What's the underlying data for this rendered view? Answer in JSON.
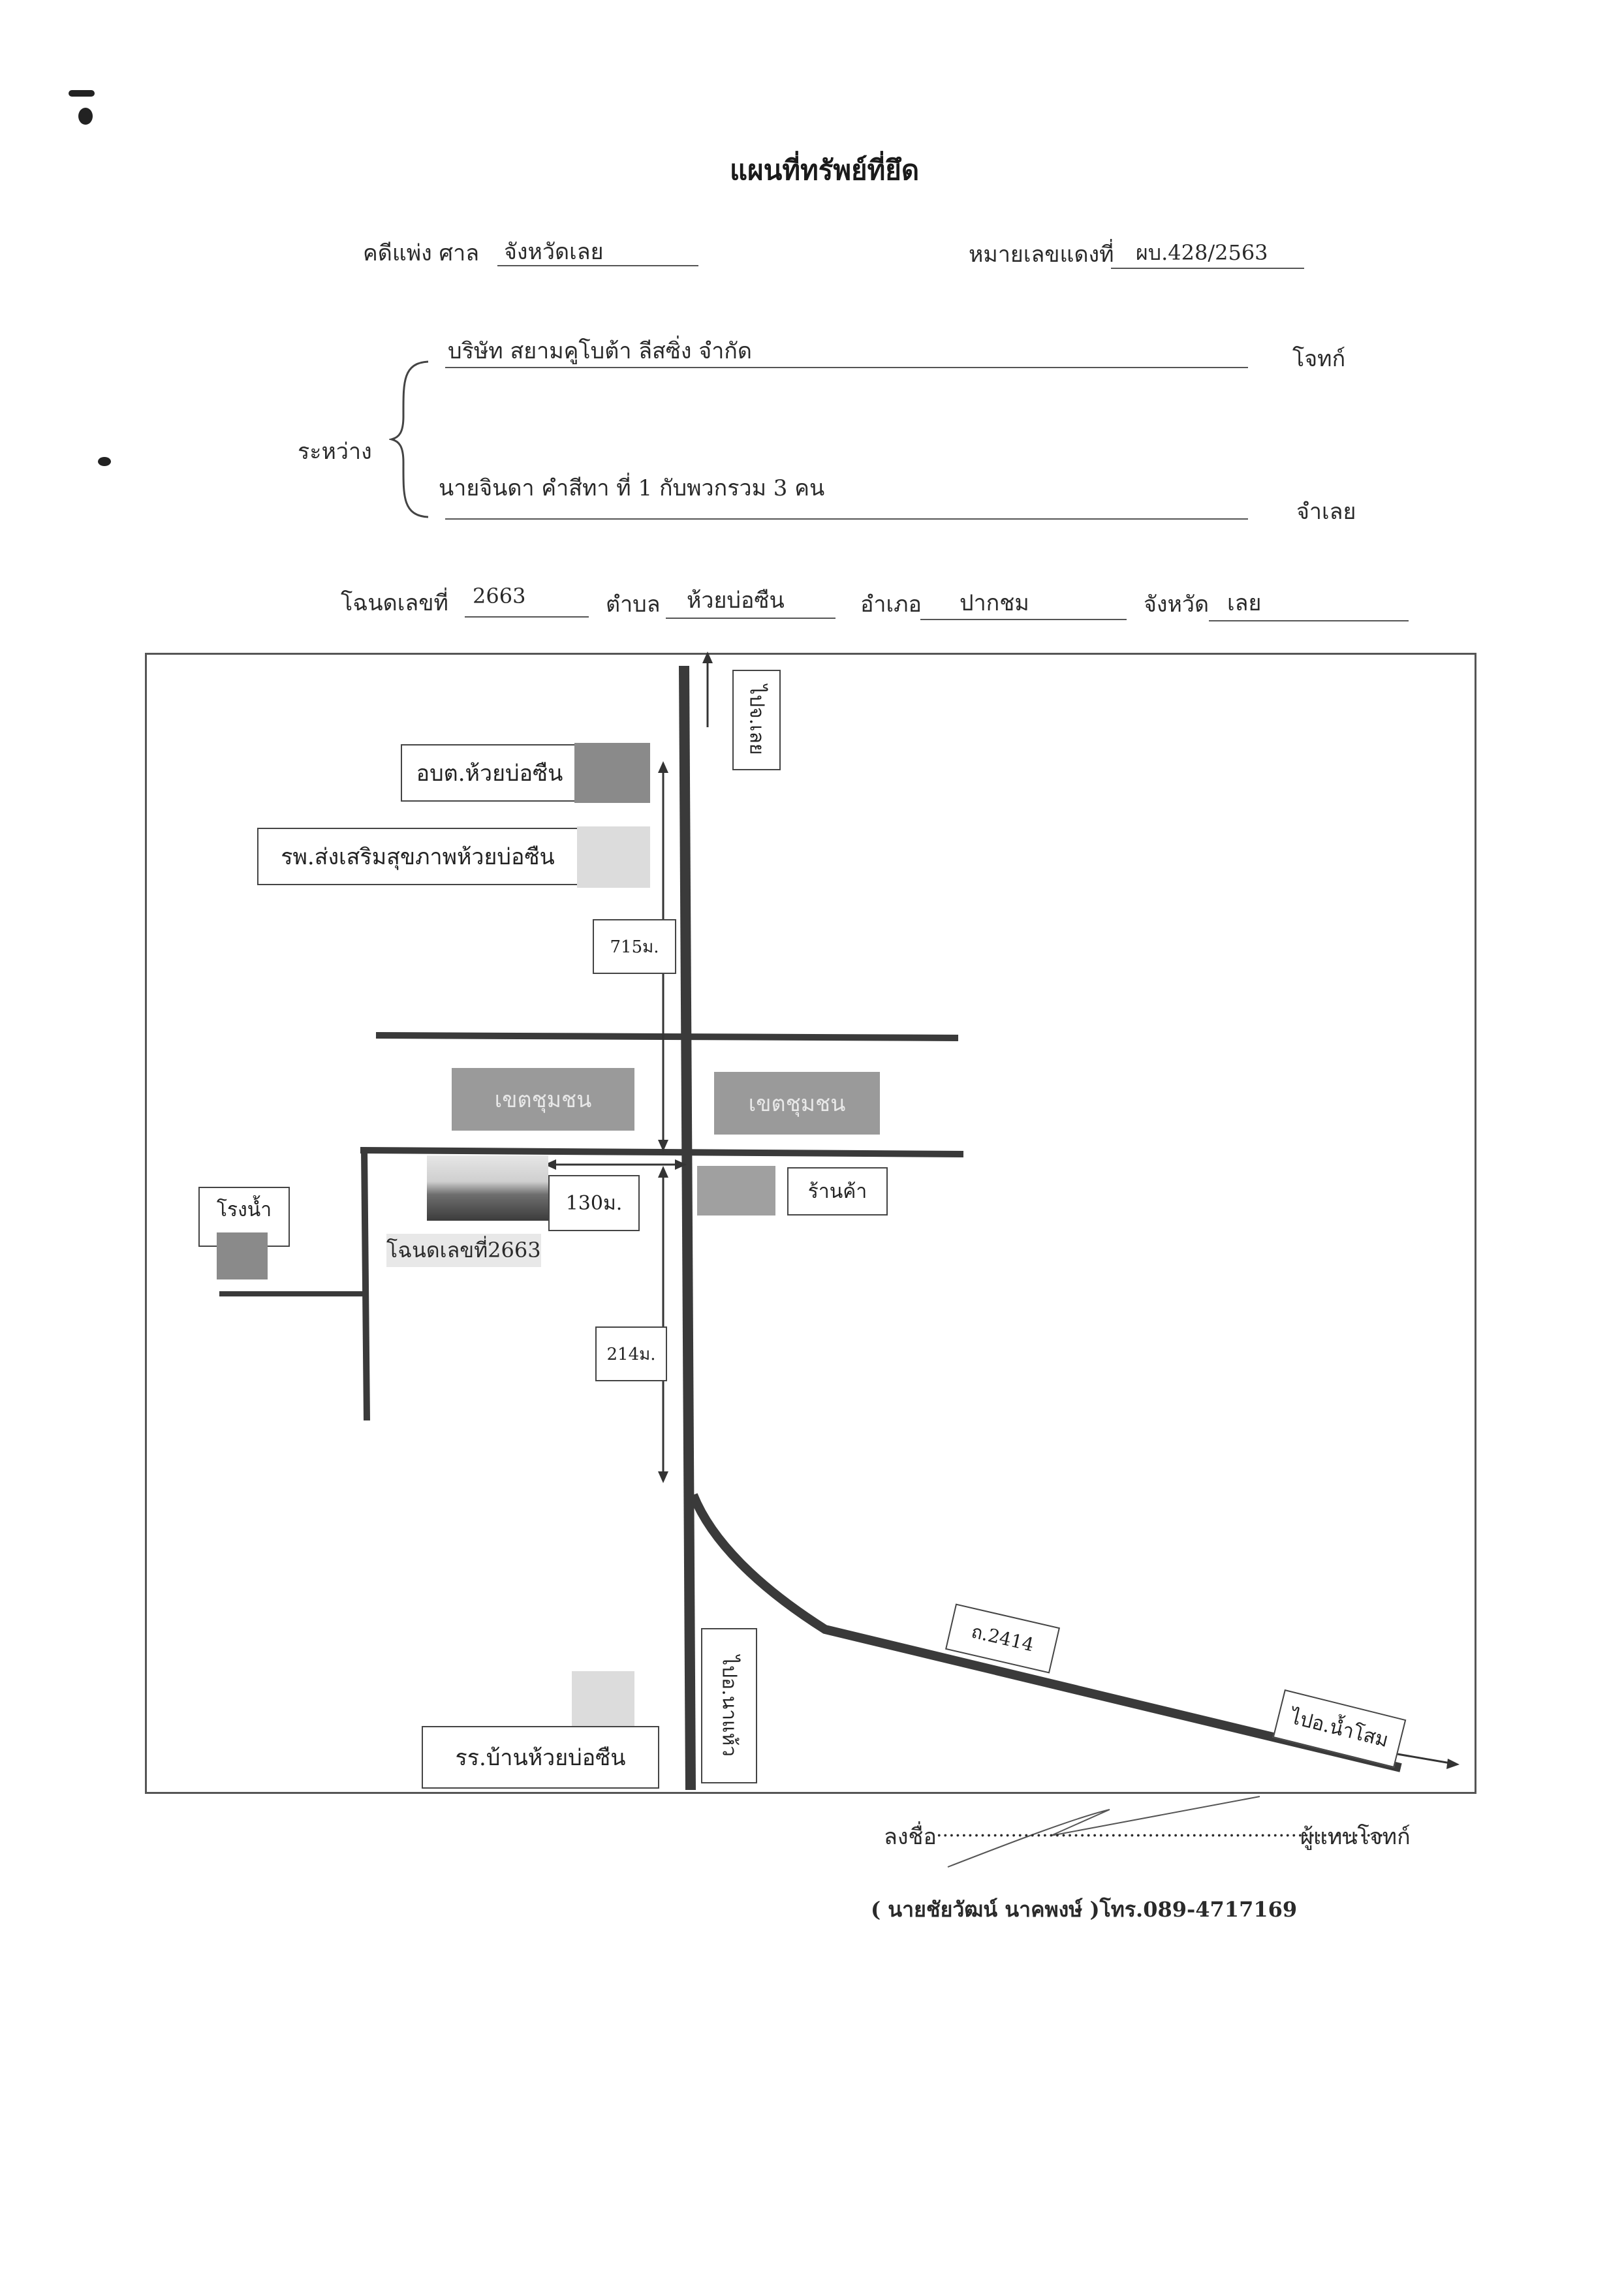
{
  "title": "แผนที่ทรัพย์ที่ยึด",
  "case": {
    "prefix": "คดีแพ่ง ศาล",
    "court": "จังหวัดเลย",
    "red_number_label": "หมายเลขแดงที่",
    "red_number": "ผบ.428/2563"
  },
  "parties": {
    "between_label": "ระหว่าง",
    "plaintiff": "บริษัท สยามคูโบต้า ลีสซิ่ง จำกัด",
    "plaintiff_role": "โจทก์",
    "defendant": "นายจินดา คำสีทา ที่ 1 กับพวกรวม 3 คน",
    "defendant_role": "จำเลย"
  },
  "deed": {
    "number_label": "โฉนดเลขที่",
    "number": "2663",
    "subdistrict_label": "ตำบล",
    "subdistrict": "ห้วยบ่อซืน",
    "district_label": "อำเภอ",
    "district": "ปากชม",
    "province_label": "จังหวัด",
    "province": "เลย"
  },
  "map": {
    "to_loei": "ไปจ.เลย",
    "sao_office": "อบต.ห้วยบ่อซืน",
    "health_hospital": "รพ.ส่งเสริมสุขภาพห้วยบ่อซืน",
    "dist_715": "715ม.",
    "community_left": "เขตชุมชน",
    "community_right": "เขตชุมชน",
    "dist_130": "130ม.",
    "shop": "ร้านค้า",
    "rice_mill": "โรงน้ำ",
    "deed_caption": "โฉนดเลขที่2663",
    "dist_214": "214ม.",
    "to_na_haeo": "ไปอ.นาแห้ว",
    "road_name": "ถ.2414",
    "to_nam_som": "ไปอ.น้ำโสม",
    "school": "รร.บ้านห้วยบ่อซืน",
    "colors": {
      "road": "#3a3a3a",
      "block_dark": "#8a8a8a",
      "block_light": "#dcdcdc",
      "zone": "#9a9a9a"
    }
  },
  "signature": {
    "sign_label": "ลงชื่อ",
    "dots": "........................................................................",
    "role": "ผู้แทนโจทก์",
    "name_line": "( นายชัยวัฒน์ นาคพงษ์ )โทร.089-4717169"
  }
}
